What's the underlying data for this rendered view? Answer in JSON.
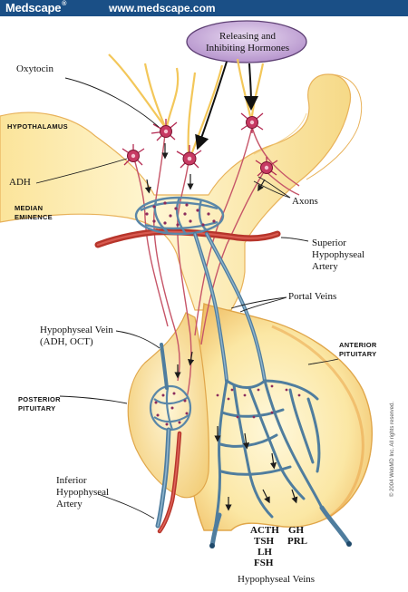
{
  "header": {
    "logo": "Medscape",
    "logo_mark": "®",
    "url": "www.medscape.com"
  },
  "labels": {
    "releasing_line1": "Releasing and",
    "releasing_line2": "Inhibiting Hormones",
    "oxytocin": "Oxytocin",
    "hypothalamus": "HYPOTHALAMUS",
    "adh": "ADH",
    "median_line1": "MEDIAN",
    "median_line2": "EMINENCE",
    "axons": "Axons",
    "superior_line1": "Superior",
    "superior_line2": "Hypophyseal",
    "superior_line3": "Artery",
    "portal_veins": "Portal Veins",
    "hypvein_line1": "Hypophyseal Vein",
    "hypvein_line2": "(ADH, OCT)",
    "anterior_line1": "ANTERIOR",
    "anterior_line2": "PITUITARY",
    "posterior_line1": "POSTERIOR",
    "posterior_line2": "PITUITARY",
    "inferior_line1": "Inferior",
    "inferior_line2": "Hypophyseal",
    "inferior_line3": "Artery",
    "hypophyseal_veins": "Hypophyseal Veins",
    "copyright": "© 2004 WebMD Inc. All rights reserved."
  },
  "hormones": {
    "acth": "ACTH",
    "tsh": "TSH",
    "lh": "LH",
    "fsh": "FSH",
    "gh": "GH",
    "prl": "PRL"
  },
  "colors": {
    "header_bg": "#1a4f86",
    "tissue_light": "#fdf3c6",
    "tissue_mid": "#f6dd86",
    "tissue_dark": "#e4a845",
    "artery": "#c0392b",
    "vein": "#5a87a8",
    "neuron": "#b42a52",
    "bubble": "#c5a7d6"
  }
}
